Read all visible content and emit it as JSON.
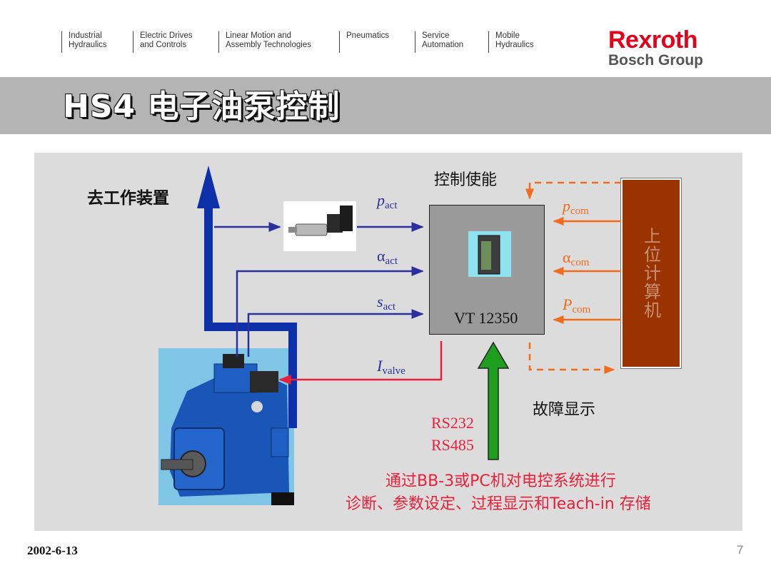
{
  "header": {
    "nav": [
      {
        "line1": "Industrial",
        "line2": "Hydraulics"
      },
      {
        "line1": "Electric Drives",
        "line2": "and Controls"
      },
      {
        "line1": "Linear Motion and",
        "line2": "Assembly Technologies"
      },
      {
        "line1": "",
        "line2": "Pneumatics"
      },
      {
        "line1": "Service",
        "line2": "Automation"
      },
      {
        "line1": "Mobile",
        "line2": "Hydraulics"
      }
    ],
    "brand": {
      "name": "Rexroth",
      "sub": "Bosch Group"
    }
  },
  "title": "HS4 电子油泵控制",
  "diagram": {
    "to_work_device": "去工作装置",
    "control_enable": "控制使能",
    "fault_display": "故障显示",
    "controller_label": "VT 12350",
    "host_label": "上位计算机",
    "signals_in": {
      "p_act": {
        "sym": "p",
        "sub": "act"
      },
      "alpha_act": {
        "sym": "α",
        "sub": "act"
      },
      "s_act": {
        "sym": "s",
        "sub": "act"
      },
      "i_valve": {
        "sym": "I",
        "sub": "valve"
      }
    },
    "signals_com": {
      "p_com": {
        "sym": "p",
        "sub": "com"
      },
      "alpha_com": {
        "sym": "α",
        "sub": "com"
      },
      "P_com": {
        "sym": "P",
        "sub": "com"
      }
    },
    "interfaces": [
      "RS232",
      "RS485"
    ],
    "note_line1": "通过BB-3或PC机对电控系统进行",
    "note_line2": "诊断、参数设定、过程显示和Teach-in 存储",
    "colors": {
      "blue": "#2b2f9e",
      "orange": "#f26a1b",
      "red": "#e8203a",
      "green": "#1e9e1e",
      "host": "#993300"
    }
  },
  "footer": {
    "date": "2002-6-13",
    "page": "7"
  }
}
